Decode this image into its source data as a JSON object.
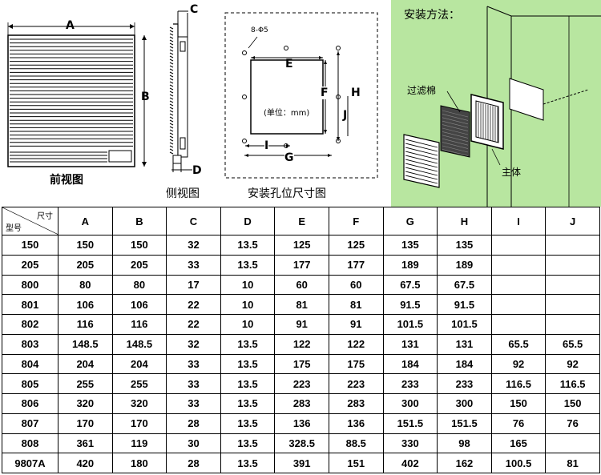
{
  "diagrams": {
    "front_caption": "前视图",
    "side_caption": "侧视图",
    "hole_caption": "安装孔位尺寸图",
    "install_caption": "安装方法：",
    "filter_label": "过滤棉",
    "body_label": "主体",
    "unit_label": "(单位：mm)",
    "holes_label": "8-Φ5",
    "dims": {
      "A": "A",
      "B": "B",
      "C": "C",
      "D": "D",
      "E": "E",
      "F": "F",
      "G": "G",
      "H": "H",
      "I": "I",
      "J": "J"
    }
  },
  "table": {
    "corner_top": "尺寸",
    "corner_bottom": "型号",
    "columns": [
      "A",
      "B",
      "C",
      "D",
      "E",
      "F",
      "G",
      "H",
      "I",
      "J"
    ],
    "rows": [
      {
        "model": "150",
        "values": [
          "150",
          "150",
          "32",
          "13.5",
          "125",
          "125",
          "135",
          "135",
          "",
          ""
        ]
      },
      {
        "model": "205",
        "values": [
          "205",
          "205",
          "33",
          "13.5",
          "177",
          "177",
          "189",
          "189",
          "",
          ""
        ]
      },
      {
        "model": "800",
        "values": [
          "80",
          "80",
          "17",
          "10",
          "60",
          "60",
          "67.5",
          "67.5",
          "",
          ""
        ]
      },
      {
        "model": "801",
        "values": [
          "106",
          "106",
          "22",
          "10",
          "81",
          "81",
          "91.5",
          "91.5",
          "",
          ""
        ]
      },
      {
        "model": "802",
        "values": [
          "116",
          "116",
          "22",
          "10",
          "91",
          "91",
          "101.5",
          "101.5",
          "",
          ""
        ]
      },
      {
        "model": "803",
        "values": [
          "148.5",
          "148.5",
          "32",
          "13.5",
          "122",
          "122",
          "131",
          "131",
          "65.5",
          "65.5"
        ]
      },
      {
        "model": "804",
        "values": [
          "204",
          "204",
          "33",
          "13.5",
          "175",
          "175",
          "184",
          "184",
          "92",
          "92"
        ]
      },
      {
        "model": "805",
        "values": [
          "255",
          "255",
          "33",
          "13.5",
          "223",
          "223",
          "233",
          "233",
          "116.5",
          "116.5"
        ]
      },
      {
        "model": "806",
        "values": [
          "320",
          "320",
          "33",
          "13.5",
          "283",
          "283",
          "300",
          "300",
          "150",
          "150"
        ]
      },
      {
        "model": "807",
        "values": [
          "170",
          "170",
          "28",
          "13.5",
          "136",
          "136",
          "151.5",
          "151.5",
          "76",
          "76"
        ]
      },
      {
        "model": "808",
        "values": [
          "361",
          "119",
          "30",
          "13.5",
          "328.5",
          "88.5",
          "330",
          "98",
          "165",
          ""
        ]
      },
      {
        "model": "9807A",
        "values": [
          "420",
          "180",
          "28",
          "13.5",
          "391",
          "151",
          "402",
          "162",
          "100.5",
          "81"
        ]
      }
    ]
  }
}
